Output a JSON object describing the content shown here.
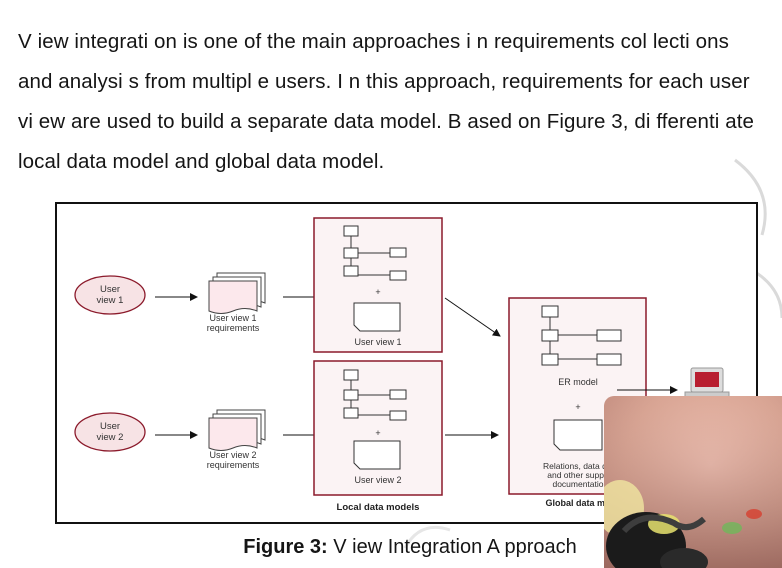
{
  "question": {
    "lines": [
      "V iew integrati on is one of the main approaches i n requirements col lecti ons",
      "and analysi s from multipl e users. I n this approach, requirements for each user",
      "vi ew are used to build a separate data model.  B ased on Figure 3, di fferenti ate",
      "local data model and global data model."
    ]
  },
  "figure": {
    "user_view_1": [
      "User",
      "view 1"
    ],
    "user_view_2": [
      "User",
      "view 2"
    ],
    "req_1": [
      "User view 1",
      "requirements"
    ],
    "req_2": [
      "User view 2",
      "requirements"
    ],
    "local_1_label": "User view 1",
    "local_2_label": "User view 2",
    "local_plus": "+",
    "local_models_label": "Local data models",
    "er_model_label": "ER model",
    "global_plus": "+",
    "doc_text": [
      "Relations, data dic",
      "and other suppo",
      "documentatio"
    ],
    "global_label": "Global data mo"
  },
  "caption": {
    "prefix": "Figure 3:",
    "text": " V iew Integration A pproach"
  },
  "colors": {
    "box_border": "#8b1a2b",
    "box_fill": "#fbf3f4",
    "ellipse_fill": "#f7e3e5",
    "stack_fill": "#fce8ec",
    "laptop_red": "#b81e30"
  }
}
